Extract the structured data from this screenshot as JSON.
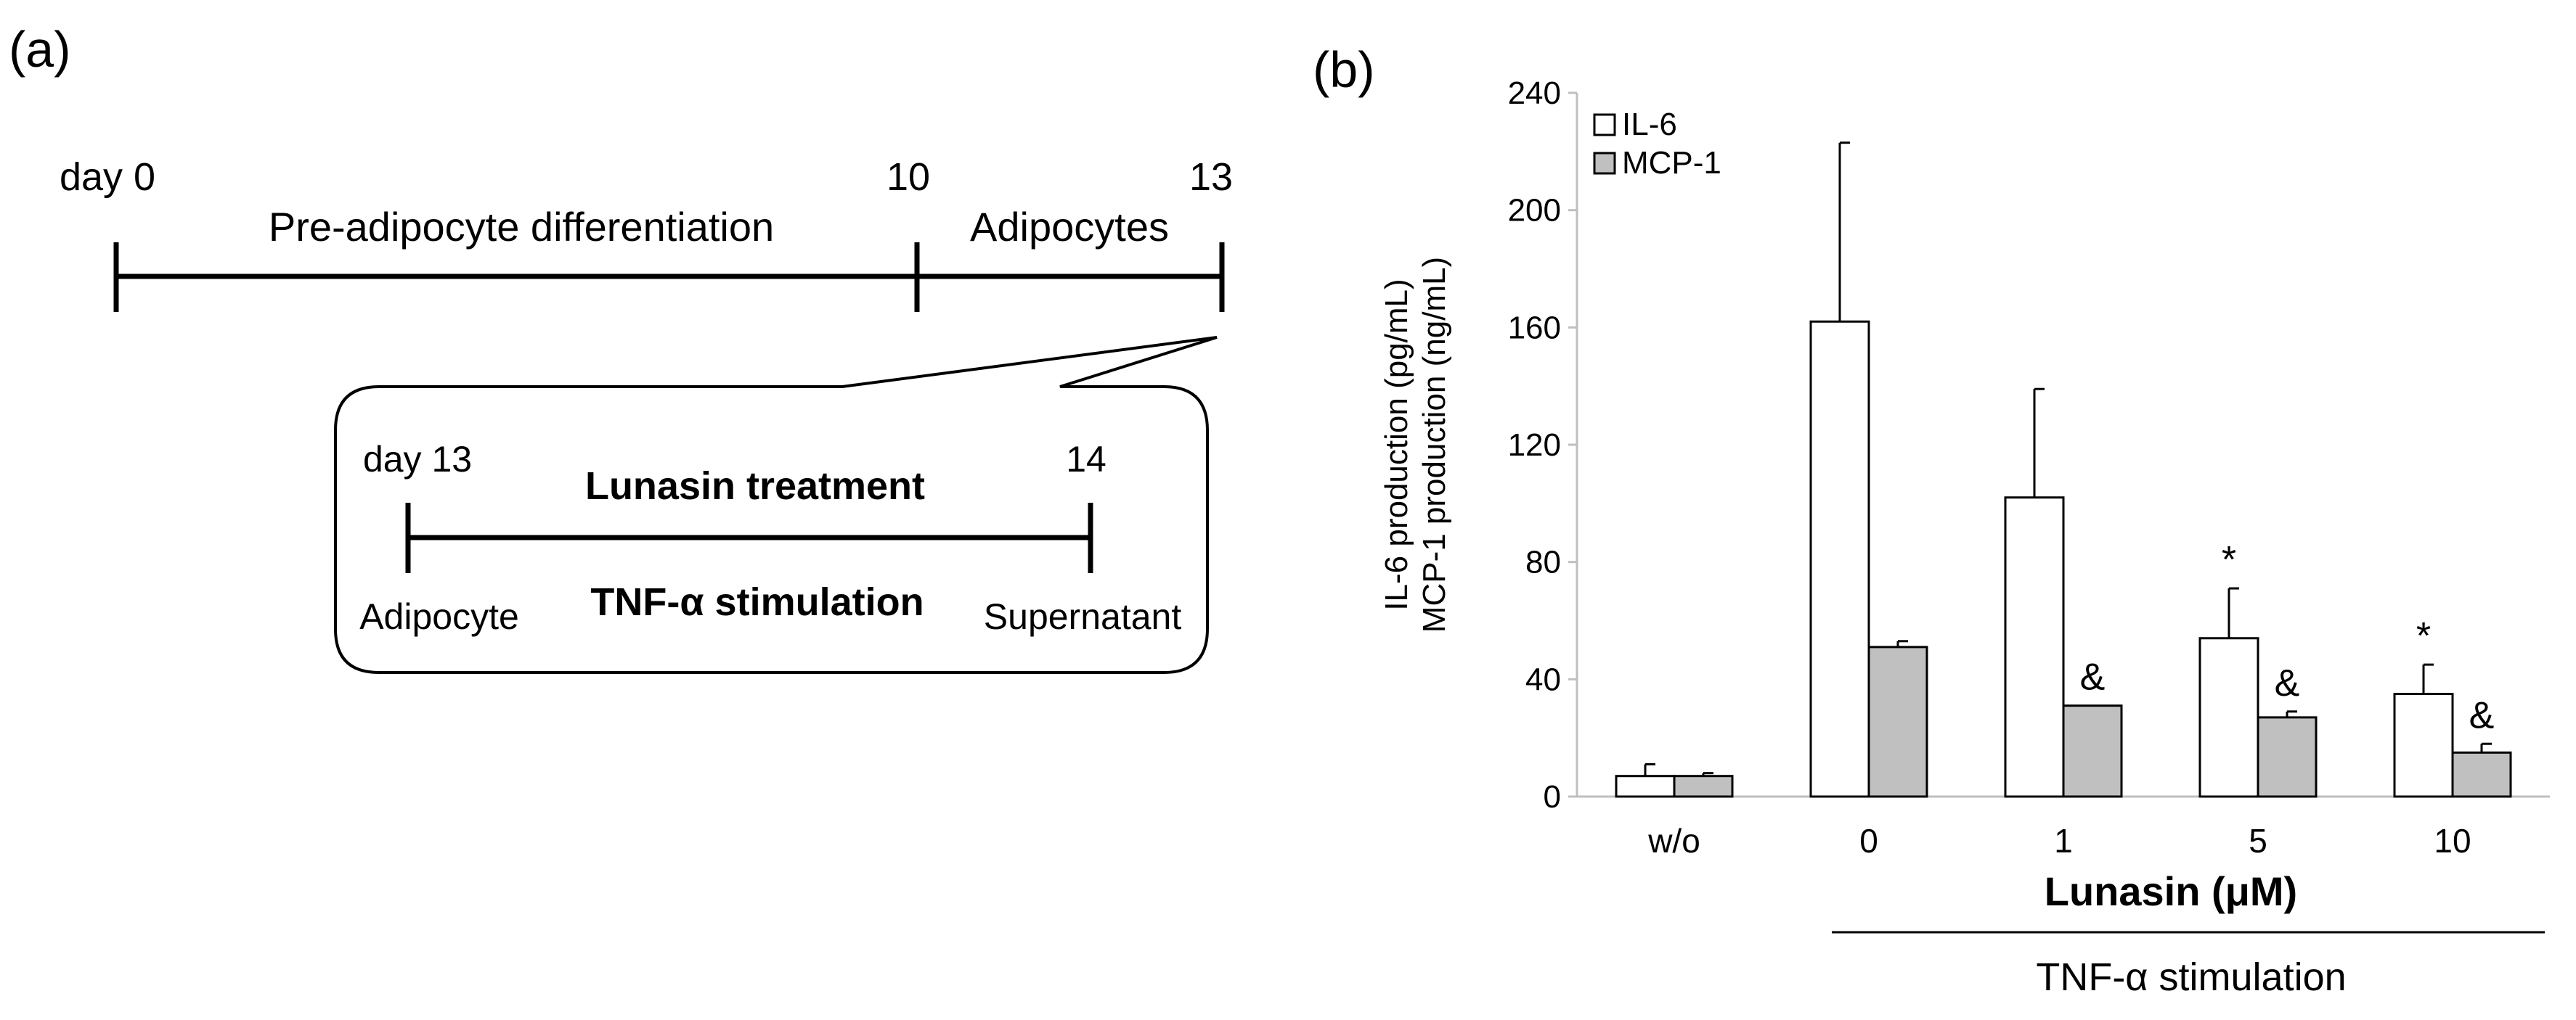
{
  "panel_a": {
    "label": "(a)",
    "timeline": {
      "day0": "day 0",
      "day10": "10",
      "day13": "13",
      "phase1": "Pre-adipocyte differentiation",
      "phase2": "Adipocytes"
    },
    "inset": {
      "start": "day 13",
      "end": "14",
      "treatment": "Lunasin treatment",
      "stimulation": "TNF-α stimulation",
      "left_label": "Adipocyte",
      "right_label": "Supernatant"
    }
  },
  "panel_b": {
    "label": "(b)",
    "bracket_label": "TNF-α stimulation"
  },
  "chart_data": {
    "type": "bar",
    "categories": [
      "w/o",
      "0",
      "1",
      "5",
      "10"
    ],
    "series": [
      {
        "name": "IL-6",
        "color": "#ffffff",
        "values": [
          7,
          162,
          102,
          54,
          35
        ],
        "errors": [
          4,
          61,
          37,
          17,
          10
        ],
        "marks": [
          "",
          "",
          "",
          "*",
          "*"
        ]
      },
      {
        "name": "MCP-1",
        "color": "#c0c0c0",
        "values": [
          7,
          51,
          31,
          27,
          15
        ],
        "errors": [
          1,
          2,
          0,
          2,
          3
        ],
        "marks": [
          "",
          "",
          "&",
          "&",
          "&"
        ]
      }
    ],
    "ylim": [
      0,
      240
    ],
    "yticks": [
      0,
      40,
      80,
      120,
      160,
      200,
      240
    ],
    "ylabel_lines": [
      "IL-6 production (pg/mL)",
      "MCP-1 production (ng/mL)"
    ],
    "xlabel": "Lunasin (μM)",
    "legend_position": "top-left"
  }
}
